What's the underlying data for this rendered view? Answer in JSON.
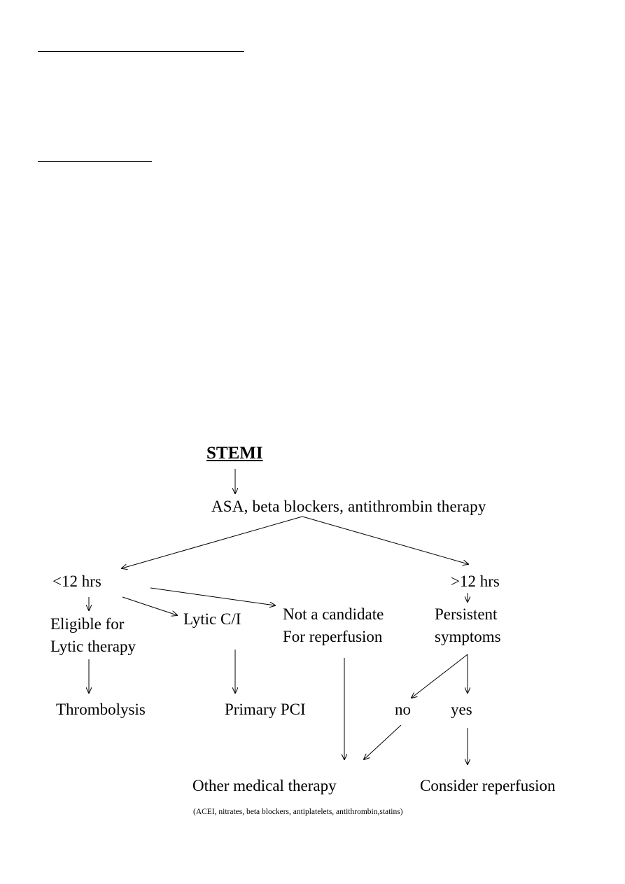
{
  "nodes": {
    "stemi": "STEMI",
    "asa": "ASA, beta blockers, antithrombin therapy",
    "lt12": "<12 hrs",
    "gt12": ">12 hrs",
    "eligible": [
      "Eligible for",
      "Lytic therapy"
    ],
    "lytic_ci": "Lytic C/I",
    "not_candidate": [
      "Not a candidate",
      "For reperfusion"
    ],
    "persistent": [
      "Persistent",
      "symptoms"
    ],
    "thrombolysis": "Thrombolysis",
    "primary_pci": "Primary PCI",
    "no": "no",
    "yes": "yes",
    "other_med": "Other medical therapy",
    "consider": "Consider reperfusion",
    "footnote": "(ACEI, nitrates, beta blockers, antiplatelets, antithrombin,statins)"
  },
  "edges": [
    {
      "from": "stemi",
      "to": "asa"
    },
    {
      "from": "asa",
      "to": "lt12"
    },
    {
      "from": "asa",
      "to": "gt12"
    },
    {
      "from": "lt12",
      "to": "eligible"
    },
    {
      "from": "lt12",
      "to": "lytic_ci"
    },
    {
      "from": "lt12",
      "to": "not_candidate"
    },
    {
      "from": "gt12",
      "to": "persistent"
    },
    {
      "from": "eligible",
      "to": "thrombolysis"
    },
    {
      "from": "lytic_ci",
      "to": "primary_pci"
    },
    {
      "from": "not_candidate",
      "to": "other_med"
    },
    {
      "from": "persistent",
      "to": "no"
    },
    {
      "from": "persistent",
      "to": "yes"
    },
    {
      "from": "no",
      "to": "other_med"
    },
    {
      "from": "yes",
      "to": "consider"
    }
  ]
}
